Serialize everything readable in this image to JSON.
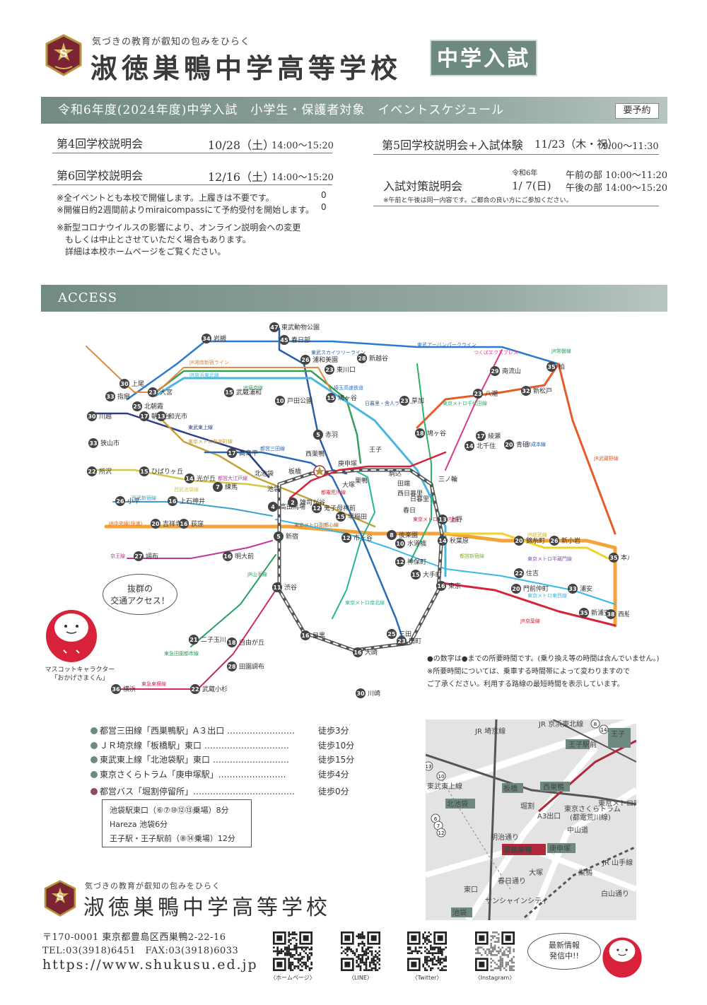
{
  "header": {
    "tagline": "気づきの教育が叡知の包みをひらく",
    "school_name": "淑徳巣鴨中学高等学校",
    "badge": "中学入試"
  },
  "events": {
    "banner": "令和6年度(2024年度)中学入試　小学生・保護者対象　イベントスケジュール",
    "reserve": "要予約",
    "left": [
      {
        "name": "第4回学校説明会",
        "date": "10/28（土）",
        "time": "14:00〜15:20"
      },
      {
        "name": "第6回学校説明会",
        "date": "12/16（土）",
        "time": "14:00〜15:20"
      }
    ],
    "right_1": {
      "name": "第5回学校説明会+入試体験",
      "date": "11/23（木・祝）",
      "time": "9:00〜11:30"
    },
    "right_2": {
      "name": "入試対策説明会",
      "era": "令和6年",
      "date": "1/ 7(日)",
      "am": "午前の部 10:00〜11:20",
      "pm": "午後の部 14:00〜15:20",
      "note": "※午前と午後は同一内容です。ご都合の良い方にご参加ください。"
    },
    "notes": [
      "※全イベントとも本校で開催します。上履きは不要です。",
      "※開催日約2週間前よりmiraicompassにて予約受付を開始します。"
    ],
    "covid_note": [
      "※新型コロナウイルスの影響により、オンライン説明会への変更",
      "　もしくは中止とさせていただく場合もあります。",
      "　詳細は本校ホームページをご覧ください。"
    ],
    "stray_marks": [
      "0",
      "0"
    ]
  },
  "access": {
    "banner": "ACCESS",
    "bubble": [
      "抜群の",
      "交通アクセス！"
    ],
    "mascot_caption": [
      "マスコットキャラクター",
      "「おかげさまくん」"
    ],
    "map_notes": [
      "●の数字は●までの所要時間です。(乗り換え等の時間は含んでいません。)",
      "※所要時間については、乗車する時間帯によって変わりますので",
      "ご了承ください。利用する路線の最短時間を表示しています。"
    ],
    "routes": [
      {
        "text": "都営三田線「西巣鴨駅」A３出口 ……………………",
        "walk": "徒歩3分"
      },
      {
        "text": "ＪＲ埼京線「板橋駅」東口 …………………………",
        "walk": "徒歩10分"
      },
      {
        "text": "東武東上線「北池袋駅」東口 ………………………",
        "walk": "徒歩15分"
      },
      {
        "text": "東京さくらトラム「庚申塚駅」……………………",
        "walk": "徒歩4分"
      },
      {
        "text": "都営バス「堀割停留所」………………………………",
        "walk": "徒歩0分"
      }
    ],
    "bus": [
      "池袋駅東口（⑥⑦⑩⑫⑬乗場）8分",
      "Hareza 池袋6分",
      "王子駅・王子駅前（⑧⑭乗場）12分"
    ]
  },
  "route_map": {
    "stations": [
      {
        "n": "47",
        "t": "東武動物公園"
      },
      {
        "n": "45",
        "t": "春日部"
      },
      {
        "n": "34",
        "t": "岩槻"
      },
      {
        "n": "26",
        "t": "浦和美園"
      },
      {
        "n": "28",
        "t": "新越谷"
      },
      {
        "n": "23",
        "t": "東川口"
      },
      {
        "n": "30",
        "t": "上尾"
      },
      {
        "n": "33",
        "t": "指扇"
      },
      {
        "n": "23",
        "t": "大宮"
      },
      {
        "n": "25",
        "t": "北朝霞"
      },
      {
        "n": "30",
        "t": "川越"
      },
      {
        "n": "15",
        "t": "武蔵浦和"
      },
      {
        "n": "10",
        "t": "戸田公園"
      },
      {
        "n": "15",
        "t": "鳩ヶ谷"
      },
      {
        "n": "23",
        "t": "草加"
      },
      {
        "n": "29",
        "t": "南流山"
      },
      {
        "n": "23",
        "t": "八潮"
      },
      {
        "n": "35",
        "t": "柏"
      },
      {
        "n": "32",
        "t": "新松戸"
      },
      {
        "n": "33",
        "t": "狭山市"
      },
      {
        "n": "17",
        "t": "朝霞台"
      },
      {
        "n": "13",
        "t": "和光市"
      },
      {
        "n": "17",
        "t": "高島平"
      },
      {
        "n": "5",
        "t": "赤羽"
      },
      {
        "n": "18",
        "t": "鳩ヶ谷"
      },
      {
        "n": "17",
        "t": "綾瀬"
      },
      {
        "n": "14",
        "t": "北千住"
      },
      {
        "n": "20",
        "t": "青砥"
      },
      {
        "n": "22",
        "t": "所沢"
      },
      {
        "n": "15",
        "t": "ひばりヶ丘"
      },
      {
        "n": "14",
        "t": "光が丘"
      },
      {
        "n": "7",
        "t": "練馬"
      },
      {
        "n": "26",
        "t": "小平"
      },
      {
        "n": "16",
        "t": "上石神井"
      },
      {
        "n": "20",
        "t": "吉祥寺"
      },
      {
        "n": "16",
        "t": "荻窪"
      },
      {
        "n": "27",
        "t": "調布"
      },
      {
        "n": "16",
        "t": "明大前"
      },
      {
        "n": "4",
        "t": "高田馬場"
      },
      {
        "n": "2",
        "t": "雑司が谷"
      },
      {
        "n": "12",
        "t": "鬼子母神前"
      },
      {
        "n": "15",
        "t": "早稲田"
      },
      {
        "n": "5",
        "t": "新宿"
      },
      {
        "n": "11",
        "t": "渋谷"
      },
      {
        "n": "12",
        "t": "市ヶ谷"
      },
      {
        "n": "8",
        "t": "後楽園"
      },
      {
        "n": "10",
        "t": "水道橋"
      },
      {
        "n": "12",
        "t": "神保町"
      },
      {
        "n": "15",
        "t": "大手町"
      },
      {
        "n": "16",
        "t": "東京"
      },
      {
        "n": "13",
        "t": "上野"
      },
      {
        "n": "14",
        "t": "秋葉原"
      },
      {
        "n": "20",
        "t": "錦糸町"
      },
      {
        "n": "26",
        "t": "新小岩"
      },
      {
        "n": "35",
        "t": "本八幡"
      },
      {
        "n": "22",
        "t": "住吉"
      },
      {
        "n": "20",
        "t": "門前仲町"
      },
      {
        "n": "33",
        "t": "浦安"
      },
      {
        "n": "35",
        "t": "新浦安"
      },
      {
        "n": "38",
        "t": "西船橋"
      },
      {
        "n": "21",
        "t": "二子玉川"
      },
      {
        "n": "18",
        "t": "自由が丘"
      },
      {
        "n": "28",
        "t": "田園調布"
      },
      {
        "n": "16",
        "t": "目黒"
      },
      {
        "n": "16",
        "t": "大崎"
      },
      {
        "n": "25",
        "t": "三田"
      },
      {
        "n": "23",
        "t": "田町"
      },
      {
        "n": "36",
        "t": "横浜"
      },
      {
        "n": "22",
        "t": "武蔵小杉"
      },
      {
        "n": "30",
        "t": "川崎"
      }
    ],
    "plain_labels": [
      "池袋",
      "板橋",
      "北池袋",
      "西巣鴨",
      "庚申塚",
      "王子",
      "巣鴨",
      "大塚",
      "駒込",
      "田端",
      "西日暮里",
      "日暮里",
      "三ノ輪",
      "春日"
    ],
    "line_labels": [
      "東武スカイツリーライン",
      "東武アーバンパークライン",
      "つくばエクスプレス",
      "JR常磐線",
      "JR湘南新宿ライン",
      "JR京浜東北線",
      "JR埼京線",
      "埼玉高速鉄道",
      "日暮里・舎人ライナー",
      "東京メトロ千代田線",
      "東武東上線",
      "東京メトロ有楽町線",
      "都営三田線",
      "西武池袋線",
      "都営大江戸線",
      "西武新宿線",
      "JR中央線(快速)",
      "京王線",
      "JR山手線",
      "東京メトロ副都心線",
      "都電荒川線",
      "東京メトロ丸ノ内線",
      "東京メトロ南北線",
      "東京メトロ東西線",
      "都営新宿線",
      "JR総武線",
      "京成本線",
      "JR武蔵野線",
      "東京メトロ半蔵門線",
      "JR京葉線",
      "東急田園都市線",
      "東急東横線"
    ]
  },
  "area_map": {
    "labels": [
      "JR 埼京線",
      "JR 京浜東北線",
      "王子",
      "王子駅前",
      "東武東上線",
      "板橋",
      "西巣鴨",
      "北池袋",
      "堀割",
      "A3出口",
      "東京さくらトラム",
      "(都電荒川線)",
      "東京メトロ南北線",
      "明治通り",
      "中山道",
      "淑徳巣鴨",
      "庚申塚",
      "大塚",
      "巣鴨",
      "JR 山手線",
      "白山通り",
      "春日通り",
      "サンシャインシティ",
      "東口",
      "池袋"
    ],
    "bus_stops": [
      "6",
      "7",
      "12",
      "13",
      "10",
      "8",
      "14"
    ]
  },
  "footer": {
    "tagline": "気づきの教育が叡知の包みをひらく",
    "school_name": "淑徳巣鴨中学高等学校",
    "postal": "〒170-0001 東京都豊島区西巣鴨2-22-16",
    "tel": "TEL:03(3918)6451　FAX:03(3918)6033",
    "url": "https://www.shukusu.ed.jp",
    "qr_captions": [
      "〈ホームページ〉",
      "〈LINE〉",
      "〈Twitter〉",
      "〈Instagram〉"
    ],
    "news": [
      "最新情報",
      "発信中!!"
    ]
  },
  "colors": {
    "banner": "#728b84",
    "accent": "#b0283a",
    "gold": "#b7953b"
  }
}
